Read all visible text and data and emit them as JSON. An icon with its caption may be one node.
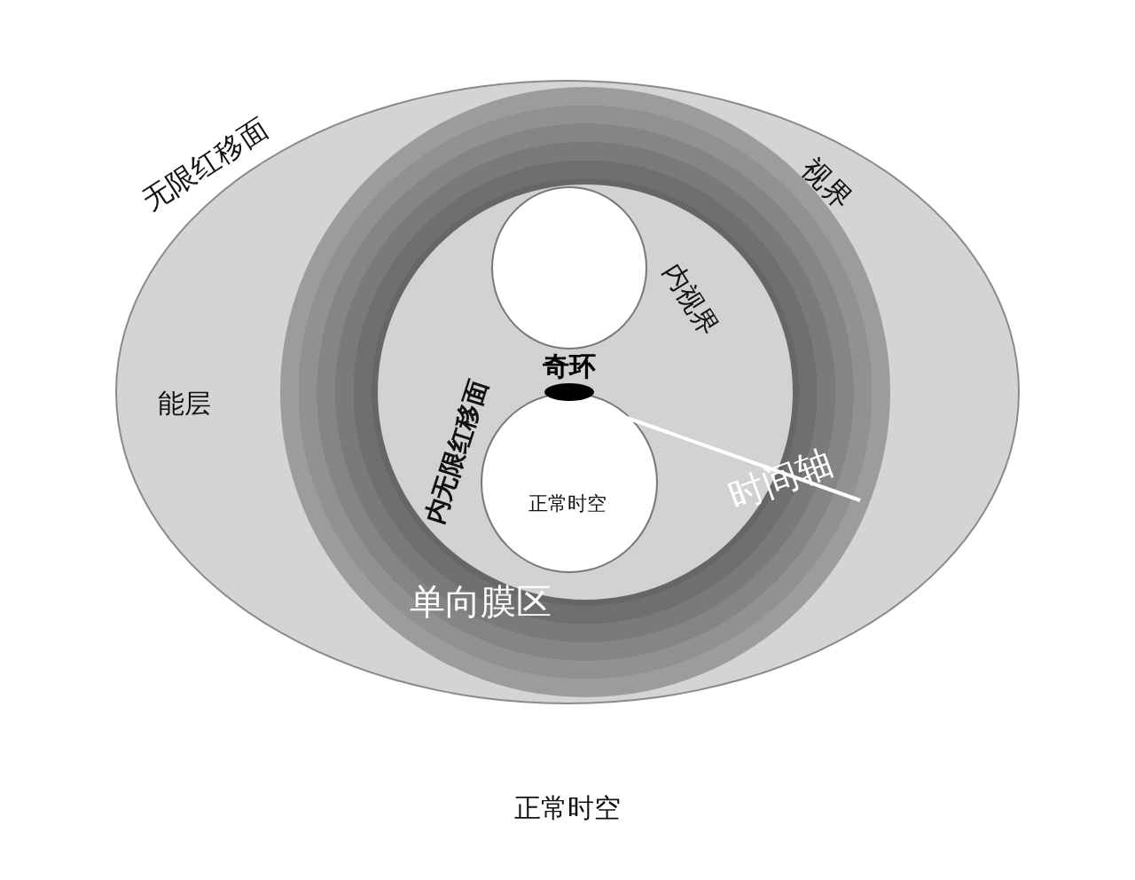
{
  "diagram": {
    "nodes": [
      {
        "text": [
          "能层"
        ],
        "beside": [
          "无限红移面"
        ]
      },
      {
        "text": [
          "单向膜区"
        ],
        "beside": [
          "视界"
        ],
        "in": 0
      },
      {
        "text": [
          "内视界"
        ],
        "in": 1
      },
      {
        "text": [],
        "shape": "circle",
        "in": 2
      },
      {
        "text": [
          "正常时空"
        ],
        "beside": [
          "内无限红移面"
        ],
        "in": 2
      },
      {
        "text": [
          "奇环"
        ],
        "in": 2
      }
    ],
    "edges": [],
    "labels": [
      "时间轴",
      "正常时空"
    ]
  }
}
